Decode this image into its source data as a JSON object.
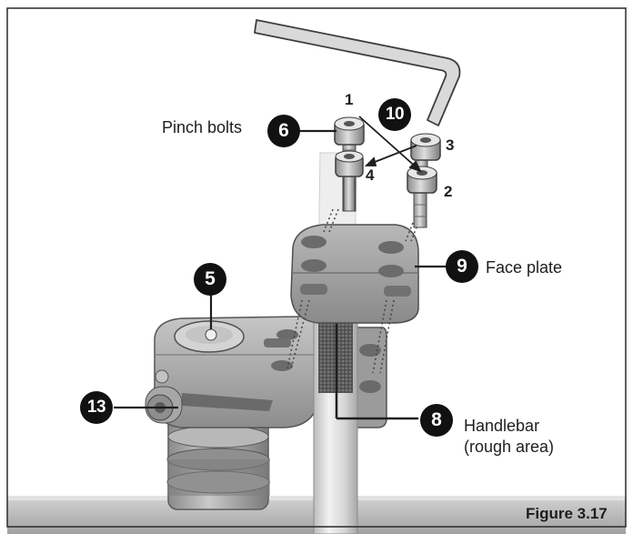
{
  "labels": {
    "pinch_bolts": "Pinch bolts",
    "face_plate": "Face plate",
    "handlebar_line1": "Handlebar",
    "handlebar_line2": "(rough area)"
  },
  "callouts": {
    "c5": "5",
    "c6": "6",
    "c8": "8",
    "c9": "9",
    "c10": "10",
    "c13": "13"
  },
  "bolt_order": {
    "b1": "1",
    "b2": "2",
    "b3": "3",
    "b4": "4"
  },
  "caption": "Figure 3.17",
  "colors": {
    "metal": "#9a9a9a",
    "metal_dark": "#6e6e6e",
    "callout": "#111111",
    "border": "#2a2a2a"
  }
}
